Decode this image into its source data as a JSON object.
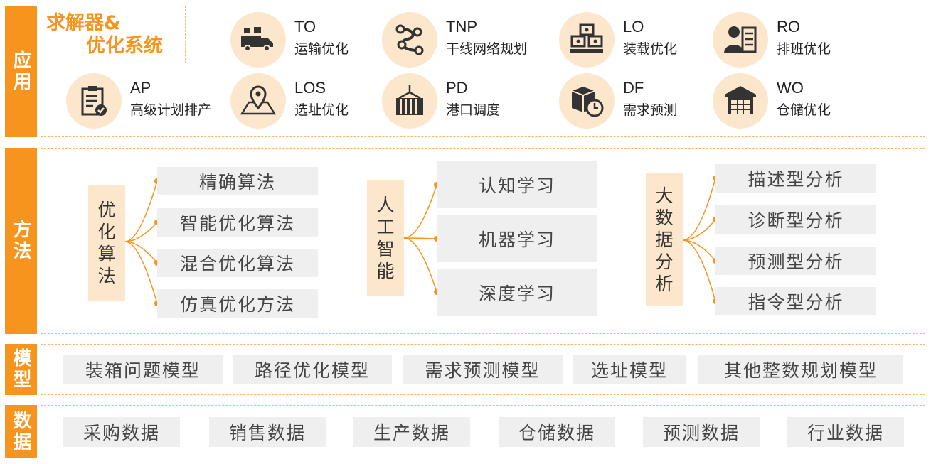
{
  "layers": {
    "app": "应用",
    "method": "方法",
    "model": "模型",
    "data": "数据"
  },
  "brand": {
    "line1": "求解器&",
    "line2": "优化系统"
  },
  "apps": [
    {
      "code": "TO",
      "name": "运输优化",
      "icon": "truck-icon"
    },
    {
      "code": "TNP",
      "name": "干线网络规划",
      "icon": "network-route-icon"
    },
    {
      "code": "LO",
      "name": "装载优化",
      "icon": "stacked-boxes-icon"
    },
    {
      "code": "RO",
      "name": "排班优化",
      "icon": "staff-schedule-icon"
    },
    {
      "code": "AP",
      "name": "高级计划排产",
      "icon": "clipboard-check-icon"
    },
    {
      "code": "LOS",
      "name": "选址优化",
      "icon": "map-pin-icon"
    },
    {
      "code": "PD",
      "name": "港口调度",
      "icon": "container-crane-icon"
    },
    {
      "code": "DF",
      "name": "需求预测",
      "icon": "box-clock-icon"
    },
    {
      "code": "WO",
      "name": "仓储优化",
      "icon": "warehouse-icon"
    }
  ],
  "methods": [
    {
      "group": "优化算法",
      "items": [
        "精确算法",
        "智能优化算法",
        "混合优化算法",
        "仿真优化方法"
      ]
    },
    {
      "group": "人工智能",
      "items": [
        "认知学习",
        "机器学习",
        "深度学习"
      ]
    },
    {
      "group": "大数据分析",
      "items": [
        "描述型分析",
        "诊断型分析",
        "预测型分析",
        "指令型分析"
      ]
    }
  ],
  "models": [
    "装箱问题模型",
    "路径优化模型",
    "需求预测模型",
    "选址模型",
    "其他整数规划模型"
  ],
  "data_items": [
    "采购数据",
    "销售数据",
    "生产数据",
    "仓储数据",
    "预测数据",
    "行业数据"
  ],
  "colors": {
    "accent": "#f7941d",
    "light": "#fce6cc",
    "gray": "#efefef"
  }
}
